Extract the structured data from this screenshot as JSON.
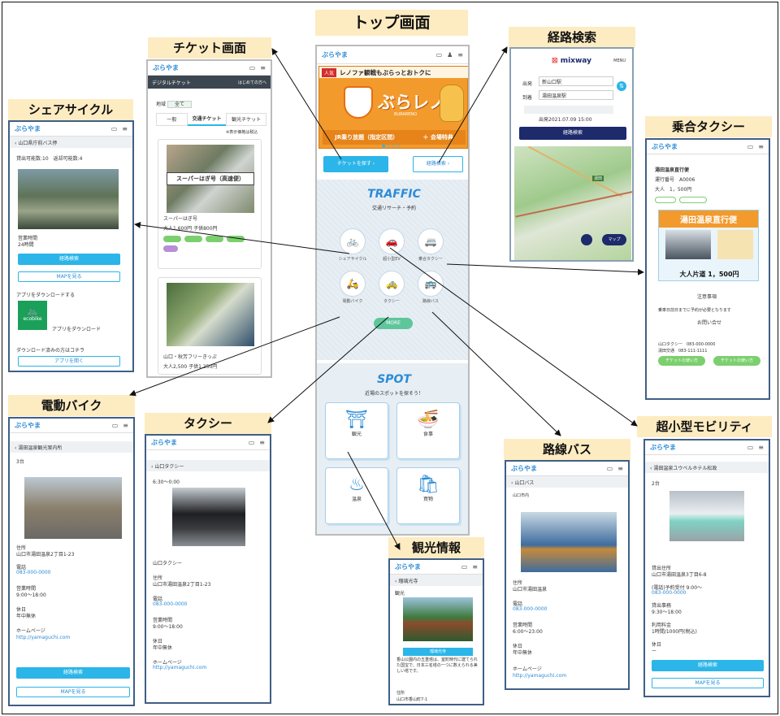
{
  "labels": {
    "top": "トップ画面",
    "ticket": "チケット画面",
    "route": "経路検索",
    "share": "シェアサイクル",
    "taxi_share": "乗合タクシー",
    "ebike": "電動バイク",
    "taxi": "タクシー",
    "tourism": "観光情報",
    "bus": "路線バス",
    "micro": "超小型モビリティ"
  },
  "top_screen": {
    "logo": "ぶらやま",
    "banner_ribbon": "人気",
    "banner_headline": "レノファ観戦もぶらっとおトクに",
    "banner_brand": "ぶらレノ",
    "banner_brand_sub": "BURARENO",
    "banner_footer_left": "JR乗り放題（指定区間）",
    "banner_footer_right": "＋ 会場特典",
    "ticket_button": "チケットを探す",
    "route_button": "経路検索",
    "traffic_title": "TRAFFIC",
    "traffic_sub": "交通リサーチ・予約",
    "modes": [
      "シェアサイクル",
      "超小型EV",
      "乗合タクシー",
      "電動バイク",
      "タクシー",
      "路線バス"
    ],
    "more_button": "MORE",
    "spot_title": "SPOT",
    "spot_sub": "近場のスポットを探そう！",
    "spots": [
      "観光",
      "食事",
      "温泉",
      "買物"
    ]
  },
  "ticket_screen": {
    "header": "デジタルチケット",
    "header_right": "はじめての方へ",
    "filter_label": "地域",
    "filter_value": "全て",
    "tabs": [
      "一般",
      "交通チケット",
      "観光チケット"
    ],
    "note": "※表示価格は税込",
    "card1_caption": "スーパーはぎ号（高速便）",
    "card1_title": "スーパーはぎ号",
    "card1_price": "大人1,600円 子供800円",
    "card2_title": "山口・秋芳フリーきっぷ",
    "card2_price": "大人2,500 子供1,250円"
  },
  "route_screen": {
    "brand": "mixway",
    "menu": "MENU",
    "from_label": "出発",
    "from": "新山口駅",
    "to_label": "到着",
    "to": "湯田温泉駅",
    "datetime": "出発2021.07.09 15:00",
    "search": "経路検索",
    "map_pin": "湯田",
    "map_button": "マップ"
  },
  "share_screen": {
    "crumb": "山口県庁前バス停",
    "counts": "貸出可能数:10　返却可能数:4",
    "info1": "営業時間",
    "info2": "24時間",
    "search": "経路検索",
    "map": "MAPを見る",
    "app_heading": "アプリをダウンロードする",
    "app_name": "ecobike",
    "app_dl": "アプリをダウンロード",
    "dl_note": "ダウンロード済みの方はコチラ",
    "open_app": "アプリを開く"
  },
  "taxi_share_screen": {
    "title": "湯田温泉直行便",
    "code": "運行番号　A0006",
    "fare": "大人　1，500円",
    "poster_title": "湯田温泉直行便",
    "poster_fare": "大人片道 1，500円",
    "notes_title": "注意事項",
    "notes_body": "乗車日前日までに予約が必要となります",
    "contact_title": "お問い合せ",
    "contact_1": "山口タクシー　083-000-0000",
    "contact_2": "湯田交通　083-111-1111",
    "btn1": "チケットの使い方",
    "btn2": "チケットの使い方"
  },
  "ebike_screen": {
    "crumb": "湯田温泉観光案内所",
    "count": "3台",
    "addr_label": "住所",
    "addr": "山口市湯田温泉2丁目1-23",
    "tel_label": "電話",
    "tel": "083-000-0000",
    "hours_label": "営業時間",
    "hours": "9:00〜18:00",
    "holiday_label": "休日",
    "holiday": "年中無休",
    "hp_label": "ホームページ",
    "hp": "http://yamaguchi.com",
    "search": "経路検索",
    "map": "MAPを見る"
  },
  "taxi_screen": {
    "crumb": "山口タクシー",
    "hours_top": "6:30〜0:00",
    "company": "山口タクシー",
    "addr_label": "住所",
    "addr": "山口市湯田温泉2丁目1-23",
    "tel_label": "電話",
    "tel": "083-000-0000",
    "hours_label": "営業時間",
    "hours": "9:00〜18:00",
    "holiday_label": "休日",
    "holiday": "年中無休",
    "hp_label": "ホームページ",
    "hp": "http://yamaguchi.com"
  },
  "tourism_screen": {
    "crumb": "瑠璃光寺",
    "tag": "観光",
    "badge": "瑠璃光寺",
    "body": "香山公園内の五重塔は、室町時代に建てられた国宝で、日本三名塔の一つに数えられる美しい塔です。",
    "addr_label": "住所",
    "addr": "山口市香山町7-1"
  },
  "bus_screen": {
    "crumb": "山口バス",
    "sub": "山口市内",
    "addr_label": "住所",
    "addr": "山口市湯田温泉",
    "tel_label": "電話",
    "tel": "083-000-0000",
    "hours_label": "営業時間",
    "hours": "6:00〜23:00",
    "holiday_label": "休日",
    "holiday": "年中無休",
    "hp_label": "ホームページ",
    "hp": "http://yamaguchi.com"
  },
  "micro_screen": {
    "crumb": "湯田温泉ユウベルホテル松政",
    "count": "2台",
    "addr_label": "貸出住所",
    "addr": "山口市湯田温泉3丁目6-8",
    "tel_label": "(電話)予約受付 9:00〜",
    "tel": "083-000-0000",
    "hours_label": "貸出事務",
    "hours": "9:30〜18:00",
    "fee_label": "利用料金",
    "fee": "1時間/1000円(税込)",
    "holiday_label": "休日",
    "holiday": "ー",
    "search": "経路検索",
    "map": "MAPを見る"
  }
}
